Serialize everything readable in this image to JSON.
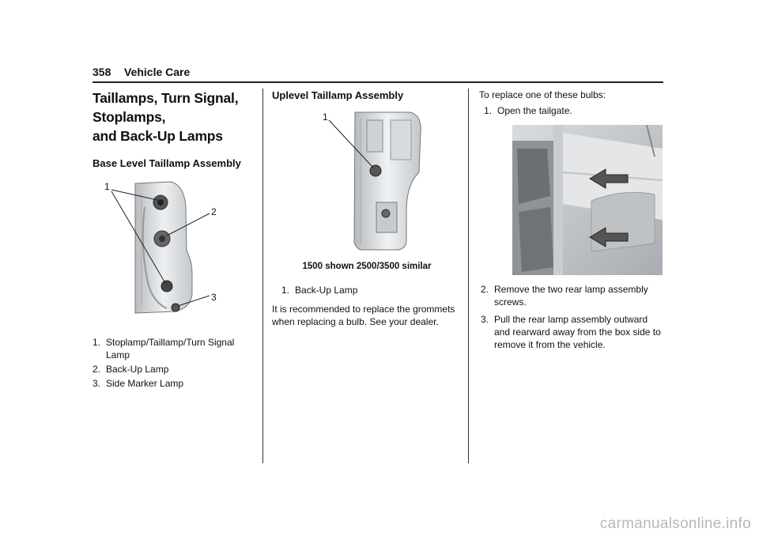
{
  "header": {
    "page_number": "358",
    "section": "Vehicle Care"
  },
  "column1": {
    "title_line1": "Taillamps, Turn Signal, Stoplamps,",
    "title_line2": "and Back-Up Lamps",
    "subtitle": "Base Level Taillamp Assembly",
    "figure_callouts": [
      "1",
      "2",
      "3"
    ],
    "items": [
      {
        "num": "1.",
        "text": "Stoplamp/Taillamp/Turn Signal Lamp"
      },
      {
        "num": "2.",
        "text": "Back-Up Lamp"
      },
      {
        "num": "3.",
        "text": "Side Marker Lamp"
      }
    ]
  },
  "column2": {
    "subtitle": "Uplevel Taillamp Assembly",
    "figure_callout": "1",
    "caption": "1500 shown 2500/3500 similar",
    "items": [
      {
        "num": "1.",
        "text": "Back-Up Lamp"
      }
    ],
    "paragraph": "It is recommended to replace the grommets when replacing a bulb. See your dealer."
  },
  "column3": {
    "intro": "To replace one of these bulbs:",
    "step1": {
      "num": "1.",
      "text": "Open the tailgate."
    },
    "steps": [
      {
        "num": "2.",
        "text": "Remove the two rear lamp assembly screws."
      },
      {
        "num": "3.",
        "text": "Pull the rear lamp assembly outward and rearward away from the box side to remove it from the vehicle."
      }
    ]
  },
  "footer": {
    "watermark": "carmanualsonline.info"
  }
}
